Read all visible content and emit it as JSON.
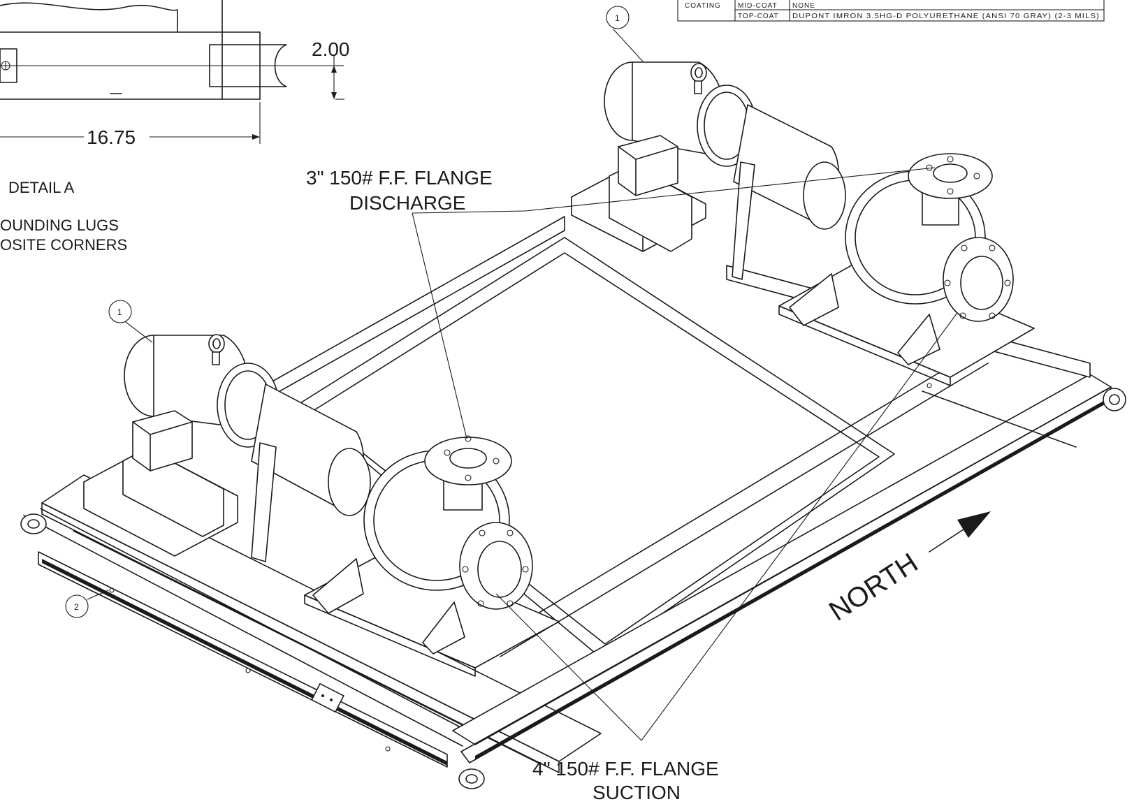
{
  "coating_table": {
    "section_label": "COATING",
    "rows": [
      {
        "name": "MID-COAT",
        "value": "NONE"
      },
      {
        "name": "TOP-COAT",
        "value": "DUPONT IMRON 3.5HG-D POLYURETHANE (ANSI 70 GRAY) (2-3 MILS)"
      }
    ]
  },
  "detail": {
    "dim_vertical": "2.00",
    "dim_horizontal": "16.75",
    "title": "DETAIL  A",
    "note_line1": "OUNDING LUGS",
    "note_line2": "OSITE CORNERS"
  },
  "callouts": {
    "discharge_line1": "3\" 150# F.F. FLANGE",
    "discharge_line2": "DISCHARGE",
    "suction_line1": "4\" 150# F.F. FLANGE",
    "suction_line2": "SUCTION",
    "north": "NORTH"
  },
  "balloons": {
    "pump_north": "1",
    "pump_south": "1",
    "skid_frame": "2"
  }
}
